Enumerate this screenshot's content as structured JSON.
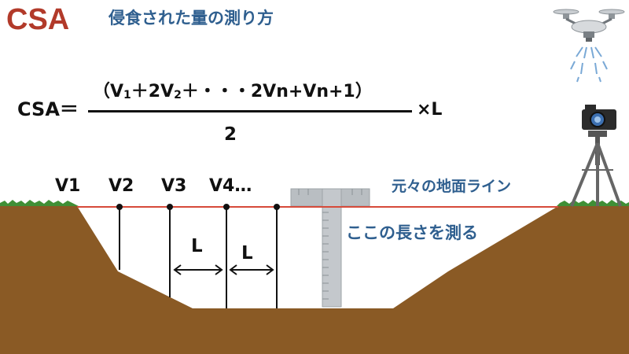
{
  "title": "CSA",
  "subtitle": "侵食された量の測り方",
  "formula": {
    "lhs": "CSA＝",
    "numerator": {
      "open": "（V",
      "s1": "1",
      "p1": "＋2V",
      "s2": "2",
      "rest": "＋・・・2Vn+Vn+1）"
    },
    "denominator": "2",
    "multiplier": "×L"
  },
  "points": [
    "V1",
    "V2",
    "V3",
    "V4…"
  ],
  "interval_labels": [
    "L",
    "L"
  ],
  "annotations": {
    "ground_line": "元々の地面ライン",
    "measure": "ここの長さを測る"
  },
  "colors": {
    "title": "#b23a2a",
    "annotation": "#2f5f8f",
    "soil": "#8a5a25",
    "grass": "#3f8f36",
    "ground_line": "#d64a3a"
  },
  "icons": [
    "drone-icon",
    "camera-tripod-icon",
    "measuring-staff-icon"
  ]
}
